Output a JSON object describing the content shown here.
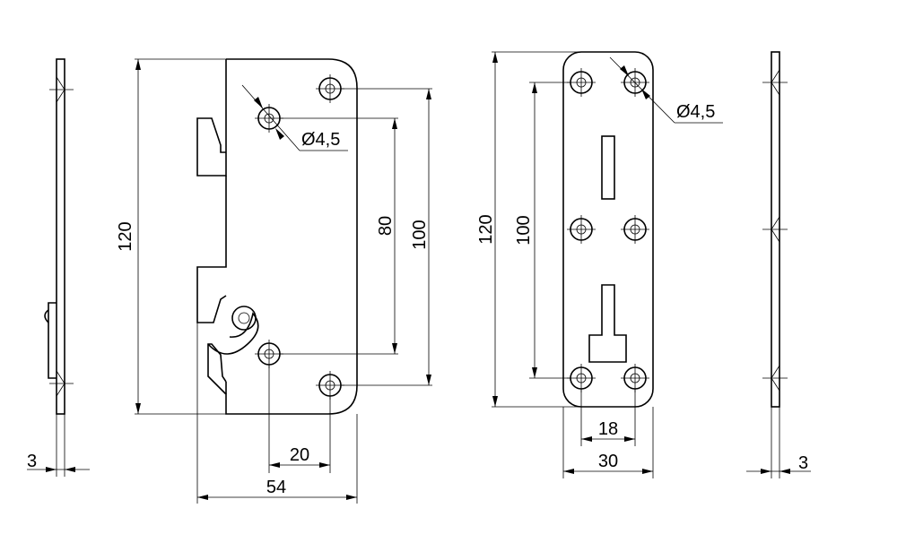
{
  "dimensions": {
    "left_height": "120",
    "hole_span_80": "80",
    "hole_span_100": "100",
    "hole_offset_20": "20",
    "overall_width_54": "54",
    "left_hole_diameter": "Ø4,5",
    "left_thickness": "3",
    "right_height": "120",
    "right_hole_span": "100",
    "right_hole_diameter": "Ø4,5",
    "right_inner_width": "18",
    "right_width": "30",
    "right_thickness": "3"
  }
}
